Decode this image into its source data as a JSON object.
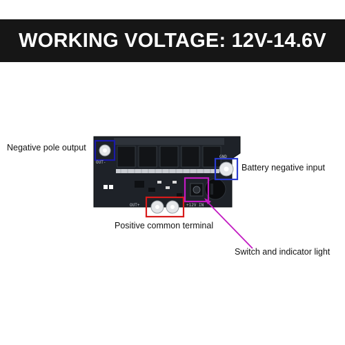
{
  "banner": {
    "title": "WORKING VOLTAGE: 12V-14.6V"
  },
  "annotations": {
    "negative_pole_output": "Negative pole output",
    "battery_negative_input": "Battery negative input",
    "positive_common_terminal": "Positive common terminal",
    "switch_and_indicator_light": "Switch and indicator light"
  },
  "board_silkscreen": {
    "out_minus": "OUT-",
    "gnd": "GND",
    "out_plus": "OUT+",
    "input_12v": "+12V IN"
  },
  "highlight_colors": {
    "negative_pole_output": "#1a1aa8",
    "battery_negative_input": "#2a3bd0",
    "positive_common_terminal": "#d81a1a",
    "switch_and_indicator_light": "#c21ac2"
  }
}
